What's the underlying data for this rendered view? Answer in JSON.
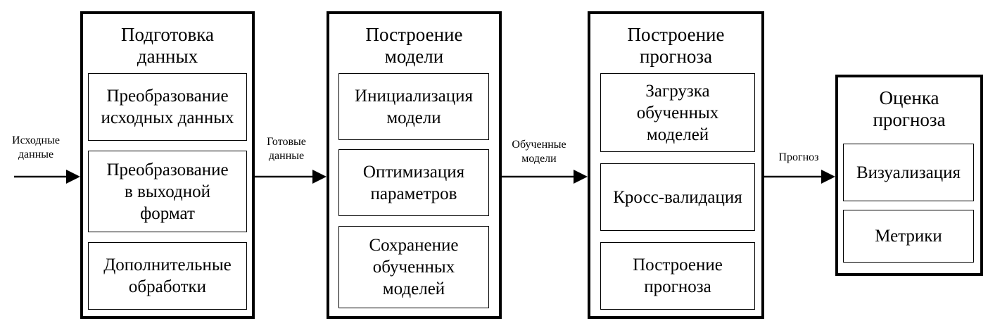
{
  "diagram": {
    "input_label": "Исходные\nданные",
    "stages": [
      {
        "title": "Подготовка\nданных",
        "steps": [
          "Преобразование\nисходных данных",
          "Преобразование\nв выходной\nформат",
          "Дополнительные\nобработки"
        ]
      },
      {
        "title": "Построение\nмодели",
        "steps": [
          "Инициализация\nмодели",
          "Оптимизация\nпараметров",
          "Сохранение\nобученных\nмоделей"
        ]
      },
      {
        "title": "Построение\nпрогноза",
        "steps": [
          "Загрузка\nобученных\nмоделей",
          "Кросс-валидация",
          "Построение\nпрогноза"
        ]
      },
      {
        "title": "Оценка\nпрогноза",
        "steps": [
          "Визуализация",
          "Метрики"
        ]
      }
    ],
    "flows": [
      "Готовые\nданные",
      "Обученные\nмодели",
      "Прогноз"
    ]
  }
}
